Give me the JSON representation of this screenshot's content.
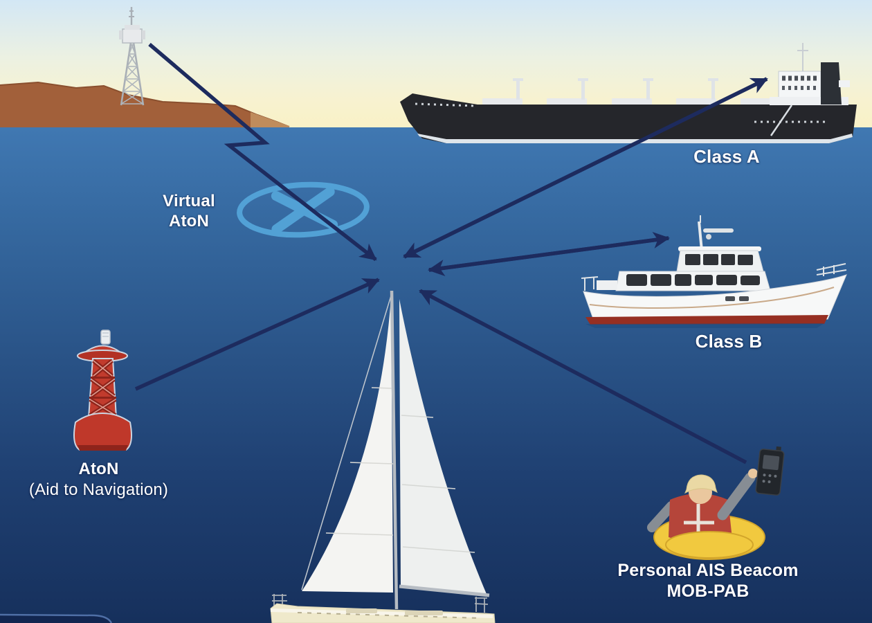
{
  "meta": {
    "alt": "AIS (Automatic Identification System) diagram: position reports from shore station, virtual AtoN, Class A ship, Class B yacht, AtoN buoy and personal MOB beacon converge on a sailboat"
  },
  "labels": {
    "virtual_aton": {
      "line1": "Virtual",
      "line2": "AtoN"
    },
    "class_a": {
      "text": "Class A"
    },
    "class_b": {
      "text": "Class B"
    },
    "aton": {
      "line1": "AtoN",
      "line2": "(Aid to Navigation)"
    },
    "mob": {
      "line1": "Personal AIS Beacom",
      "line2": "MOB-PAB"
    }
  },
  "nodes": [
    {
      "id": "base-station",
      "icon": "radio-tower-icon",
      "label": ""
    },
    {
      "id": "virtual-aton",
      "icon": "circle-x-marker-icon",
      "label": "Virtual AtoN"
    },
    {
      "id": "class-a-ship",
      "icon": "cargo-ship-icon",
      "label": "Class A"
    },
    {
      "id": "class-b-yacht",
      "icon": "motor-yacht-icon",
      "label": "Class B"
    },
    {
      "id": "aton-buoy",
      "icon": "red-buoy-icon",
      "label": "AtoN (Aid to Navigation)"
    },
    {
      "id": "mob-person",
      "icon": "person-in-lifering-icon",
      "label": "Personal AIS Beacom MOB-PAB"
    },
    {
      "id": "sailboat",
      "icon": "sailboat-icon",
      "label": ""
    }
  ],
  "colors": {
    "arrow_navy": "#1d2b5e",
    "virtual_aton_blue": "#55a6da",
    "sky_top": "#d3e7f5",
    "sky_horizon": "#f9f1c6",
    "sea_top": "#4078b2",
    "sea_bottom": "#16305c",
    "land_brown": "#a2603a",
    "ship_black": "#25262b",
    "buoy_red": "#c13b2d",
    "lifering_yellow": "#f1c93f",
    "vest_red": "#b5453a",
    "label_white": "#ffffff"
  }
}
